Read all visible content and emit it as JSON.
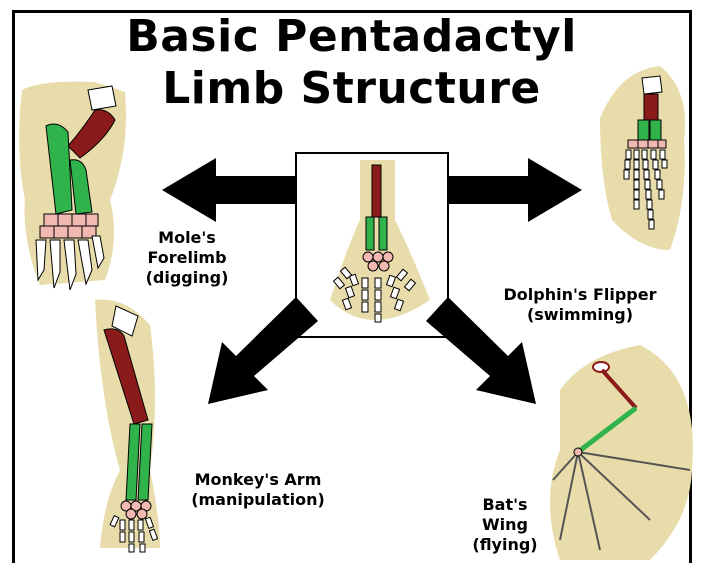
{
  "title": {
    "line1": "Basic Pentadactyl",
    "line2": "Limb Structure"
  },
  "captions": {
    "mole": {
      "line1": "Mole's",
      "line2": "Forelimb",
      "line3": "(digging)"
    },
    "dolphin": {
      "line1": "Dolphin's Flipper",
      "line2": "(swimming)"
    },
    "monkey": {
      "line1": "Monkey's Arm",
      "line2": "(manipulation)"
    },
    "bat": {
      "line1": "Bat's",
      "line2": "Wing",
      "line3": "(flying)"
    }
  },
  "colors": {
    "humerus": "#8b1a1a",
    "radius_ulna": "#2fb34a",
    "carpals": "#f2b8b2",
    "phalanges": "#ffffff",
    "limb_outline": "#e8dcaa",
    "arrows": "#000000",
    "frame": "#000000"
  },
  "icons": {
    "arrows": [
      "arrow-left-icon",
      "arrow-right-icon",
      "arrow-down-left-icon",
      "arrow-down-right-icon"
    ]
  }
}
